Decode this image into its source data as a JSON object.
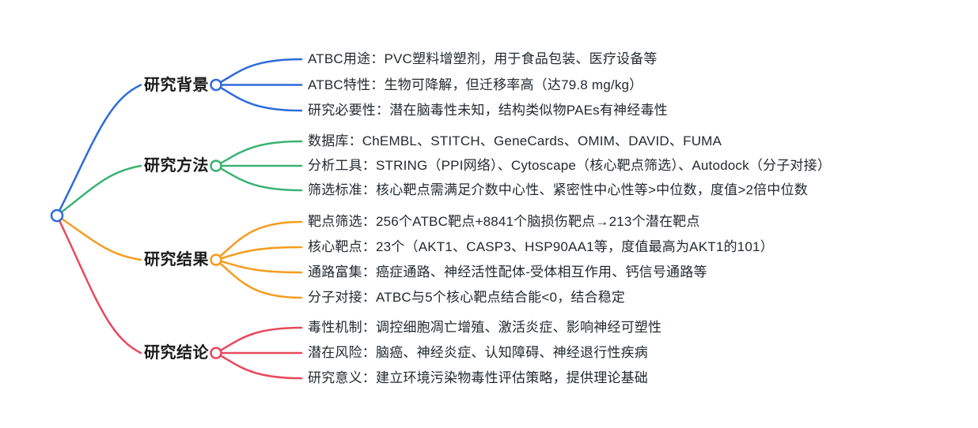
{
  "root": {
    "color": "#2e6bdb"
  },
  "branches": [
    {
      "label": "研究背景",
      "color": "#2e6bdb",
      "leaves": [
        "ATBC用途：PVC塑料增塑剂，用于食品包装、医疗设备等",
        "ATBC特性：生物可降解，但迁移率高（达79.8 mg/kg）",
        "研究必要性：潜在脑毒性未知，结构类似物PAEs有神经毒性"
      ]
    },
    {
      "label": "研究方法",
      "color": "#3bb273",
      "leaves": [
        "数据库：ChEMBL、STITCH、GeneCards、OMIM、DAVID、FUMA",
        "分析工具：STRING（PPI网络）、Cytoscape（核心靶点筛选）、Autodock（分子对接）",
        "筛选标准：核心靶点需满足介数中心性、紧密性中心性等>中位数，度值>2倍中位数"
      ]
    },
    {
      "label": "研究结果",
      "color": "#f59c1e",
      "leaves": [
        "靶点筛选：256个ATBC靶点+8841个脑损伤靶点→213个潜在靶点",
        "核心靶点：23个（AKT1、CASP3、HSP90AA1等，度值最高为AKT1的101）",
        "通路富集：癌症通路、神经活性配体-受体相互作用、钙信号通路等",
        "分子对接：ATBC与5个核心靶点结合能<0，结合稳定"
      ]
    },
    {
      "label": "研究结论",
      "color": "#e8495c",
      "leaves": [
        "毒性机制：调控细胞凋亡增殖、激活炎症、影响神经可塑性",
        "潜在风险：脑癌、神经炎症、认知障碍、神经退行性疾病",
        "研究意义：建立环境污染物毒性评估策略，提供理论基础"
      ]
    }
  ]
}
